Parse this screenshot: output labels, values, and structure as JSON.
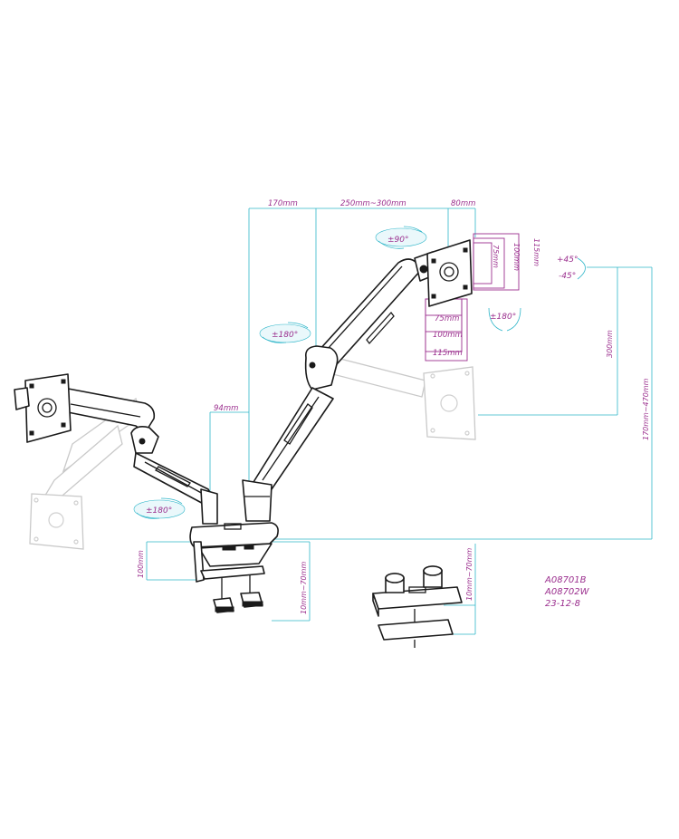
{
  "dimensions": {
    "top_left": "170mm",
    "top_mid": "250mm~300mm",
    "top_right": "80mm",
    "depth": "94mm",
    "height_300": "300mm",
    "height_total": "170mm~470mm",
    "clamp_height": "100mm",
    "clamp_thickness": "10mm~70mm",
    "grommet_thickness": "10mm~70mm",
    "vesa_75_h": "75mm",
    "vesa_100_h": "100mm",
    "vesa_115_h": "115mm",
    "vesa_75_v": "75mm",
    "vesa_100_v": "100mm",
    "vesa_115_v": "115mm"
  },
  "angles": {
    "swivel_top": "±90°",
    "rotate_arm": "±180°",
    "rotate_base": "±180°",
    "rotate_screen": "±180°",
    "tilt_up": "+45°",
    "tilt_down": "-45°"
  },
  "model_codes": [
    "A08701B",
    "A08702W",
    "23-12-8"
  ],
  "colors": {
    "dimension_line": "#2fb6c9",
    "dimension_text": "#9b2f8e",
    "line_art": "#1a1a1a"
  }
}
